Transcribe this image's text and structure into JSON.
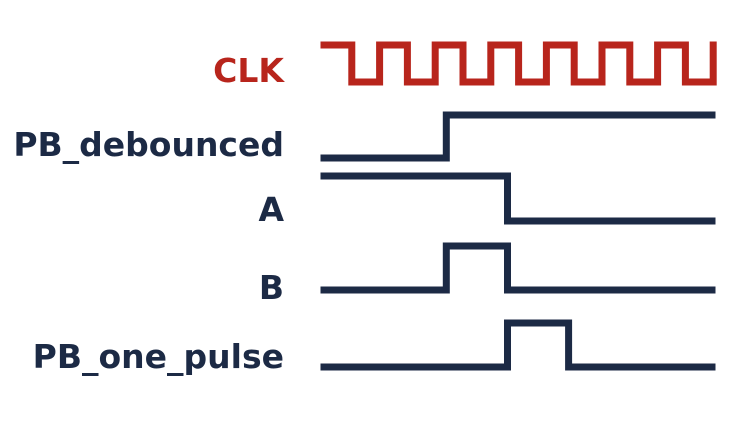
{
  "colors": {
    "clock": "#b8251c",
    "signal": "#1c2a45",
    "background": "#ffffff"
  },
  "signals": [
    {
      "key": "clk",
      "label": "CLK",
      "color_role": "clock",
      "kind": "clock",
      "periods": 7
    },
    {
      "key": "pb_debounced",
      "label": "PB_debounced",
      "color_role": "signal",
      "kind": "step",
      "initial": 0,
      "transitions": [
        2.2
      ]
    },
    {
      "key": "a",
      "label": "A",
      "color_role": "signal",
      "kind": "step",
      "initial": 1,
      "transitions": [
        3.3
      ]
    },
    {
      "key": "b",
      "label": "B",
      "color_role": "signal",
      "kind": "step",
      "initial": 0,
      "transitions": [
        2.2,
        3.3
      ]
    },
    {
      "key": "pb_one_pulse",
      "label": "PB_one_pulse",
      "color_role": "signal",
      "kind": "step",
      "initial": 0,
      "transitions": [
        3.3,
        4.4
      ]
    }
  ]
}
